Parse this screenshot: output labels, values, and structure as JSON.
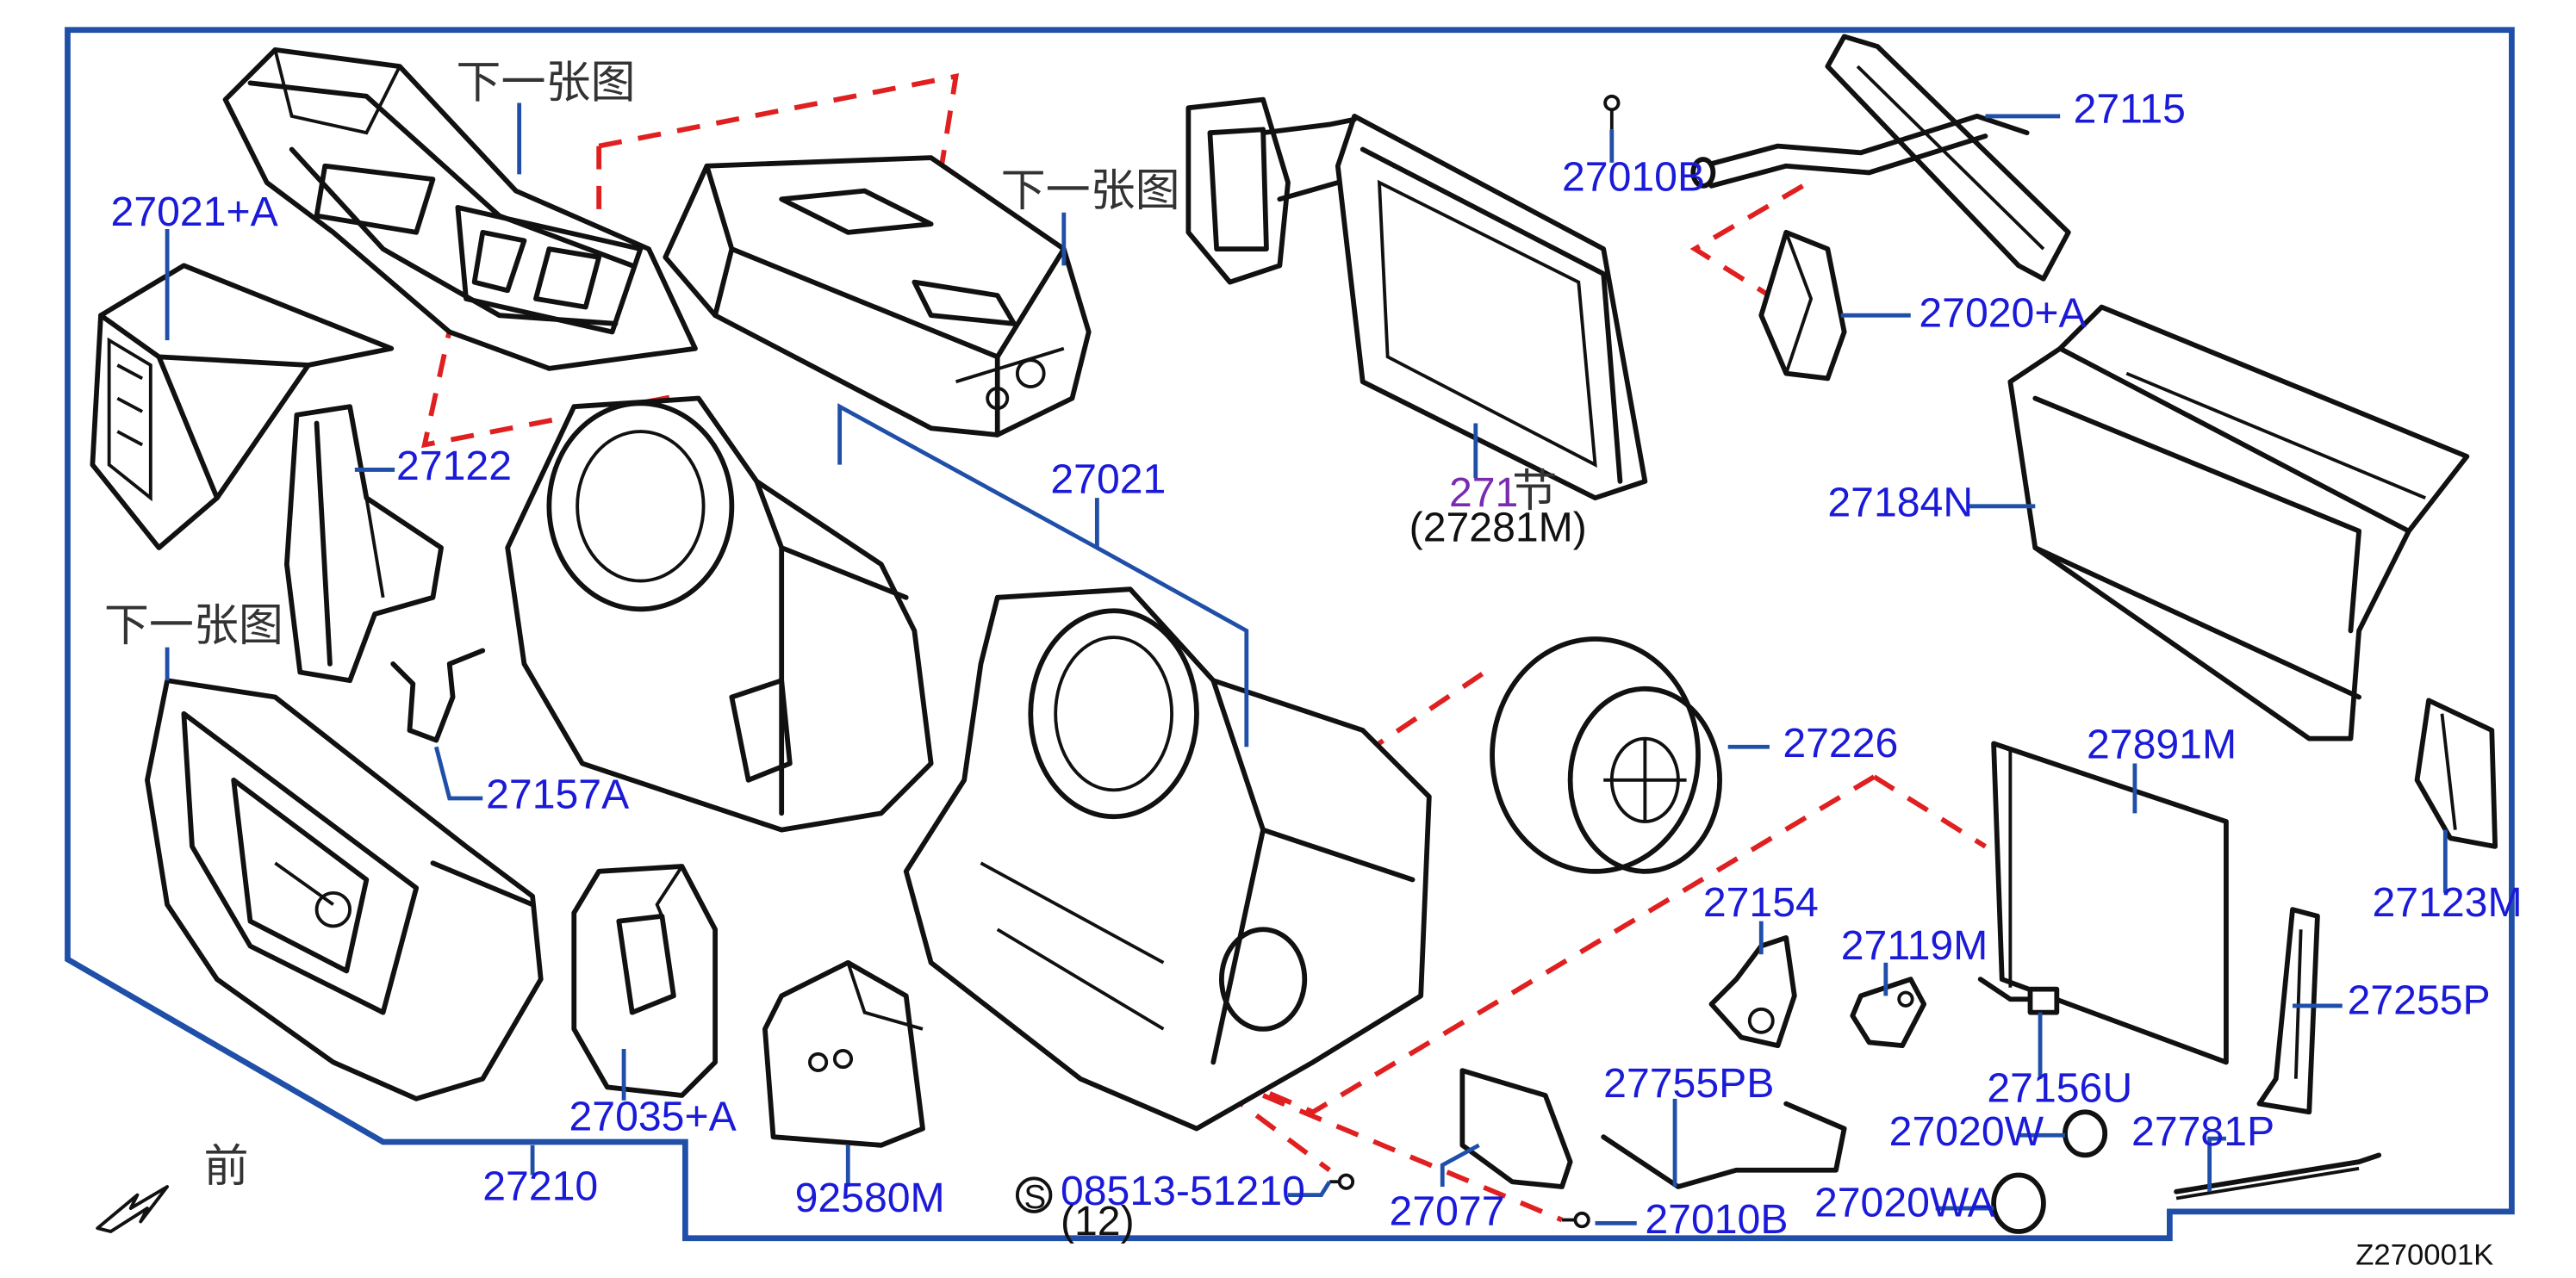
{
  "labels": {
    "p27021_a": "27021+A",
    "p27122": "27122",
    "p27157a": "27157A",
    "p27035a": "27035+A",
    "p27210": "27210",
    "p92580m": "92580M",
    "p08513": "08513-51210",
    "p08513_qty": "(12)",
    "p27021": "27021",
    "p271": "271",
    "p27281m": "(27281M)",
    "p27010b_top": "27010B",
    "p27115": "27115",
    "p27020a": "27020+A",
    "p27184n": "27184N",
    "p27226": "27226",
    "p27891m": "27891M",
    "p27123m": "27123M",
    "p27154": "27154",
    "p27119m": "27119M",
    "p27156u": "27156U",
    "p27255p": "27255P",
    "p27755pb": "27755PB",
    "p27020w": "27020W",
    "p27781p": "27781P",
    "p27020wa": "27020WA",
    "p27077": "27077",
    "p27010b_bottom": "27010B"
  },
  "notes": {
    "next_page_1": "下一张图",
    "next_page_2": "下一张图",
    "next_page_3": "下一张图",
    "section_mark": "节",
    "front": "前",
    "standard_part_symbol": "S"
  },
  "diagram_code": "Z270001K",
  "colors": {
    "part_number": "#1a1ad8",
    "leader_line": "#1f4fa8",
    "linkage_dash": "#e02020",
    "drawing": "#111111",
    "section_ref": "#7a2bb0"
  }
}
